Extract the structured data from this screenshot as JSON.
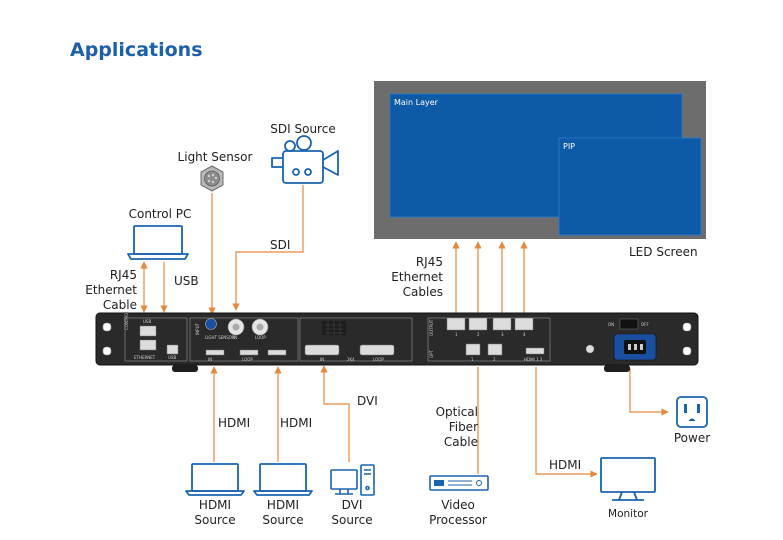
{
  "title": "Applications",
  "colors": {
    "title": "#1d5fa8",
    "connector": "#e8883a",
    "icon": "#1a64b0",
    "screen_frame": "#6d6d6d",
    "layer_fill": "#0d5aa7",
    "chassis": "#2a2a2a"
  },
  "screen": {
    "caption": "LED Screen",
    "main_layer": "Main Layer",
    "pip_layer": "PIP"
  },
  "inputs": {
    "sdi_source": "SDI Source",
    "light_sensor": "Light Sensor",
    "control_pc": "Control PC",
    "hdmi_source_1": [
      "HDMI",
      "Source"
    ],
    "hdmi_source_2": [
      "HDMI",
      "Source"
    ],
    "dvi_source": [
      "DVI",
      "Source"
    ],
    "video_processor": [
      "Video",
      "Processor"
    ],
    "monitor": "Monitor",
    "power": "Power"
  },
  "connections": {
    "sdi": "SDI",
    "usb": "USB",
    "rj45_left": [
      "RJ45",
      "Ethernet",
      "Cable"
    ],
    "rj45_right": [
      "RJ45",
      "Ethernet",
      "Cables"
    ],
    "hdmi_1": "HDMI",
    "hdmi_2": "HDMI",
    "dvi": "DVI",
    "optical": [
      "Optical",
      "Fiber",
      "Cable"
    ],
    "hdmi_out": "HDMI"
  },
  "panel": {
    "control": "CONTROL",
    "usb_port": "USB",
    "ethernet": "ETHERNET",
    "usb_small": "USB",
    "input": "INPUT",
    "light_sensor": "LIGHT SENSOR",
    "in": "IN",
    "loop": "LOOP",
    "in_hdmi": "IN",
    "loop_hdmi": "LOOP",
    "dvi_in": "IN",
    "dvi_2x": "2K4",
    "dvi_loop": "LOOP",
    "output": "OUTPUT",
    "opt": "OPT",
    "hdmi13": "HDMI 1.3",
    "port_nums": [
      "1",
      "2",
      "3",
      "4"
    ],
    "opt_nums": [
      "1",
      "2"
    ],
    "on": "ON",
    "off": "OFF"
  }
}
